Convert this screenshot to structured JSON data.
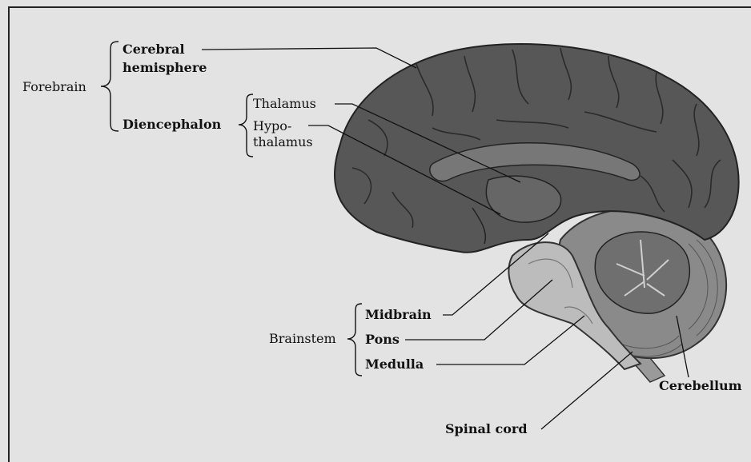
{
  "figure": {
    "groups": {
      "forebrain": "Forebrain",
      "diencephalon": "Diencephalon",
      "brainstem": "Brainstem"
    },
    "labels": {
      "cerebral_line1": "Cerebral",
      "cerebral_line2": "hemisphere",
      "thalamus": "Thalamus",
      "hypothalamus_line1": "Hypo-",
      "hypothalamus_line2": "thalamus",
      "midbrain": "Midbrain",
      "pons": "Pons",
      "medulla": "Medulla",
      "cerebellum": "Cerebellum",
      "spinal_cord": "Spinal cord"
    },
    "colors": {
      "background": "#e3e3e3",
      "cortex": "#555555",
      "brainstem": "#b9b9b9",
      "cerebellum": "#8a8a8a",
      "lines": "#111111"
    }
  }
}
